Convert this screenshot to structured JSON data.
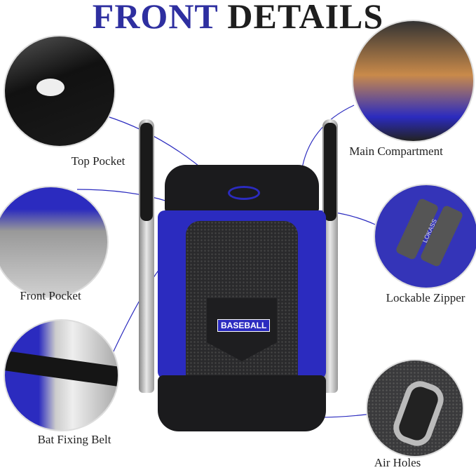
{
  "title": {
    "part1": "FRONT",
    "part2": "DETAILS",
    "accent_color": "#2e2fa0"
  },
  "callouts": [
    {
      "label": "Top Pocket"
    },
    {
      "label": "Main Compartment"
    },
    {
      "label": "Front Pocket"
    },
    {
      "label": "Lockable Zipper"
    },
    {
      "label": "Bat Fixing Belt"
    },
    {
      "label": "Air Holes"
    }
  ],
  "product": {
    "patch_text": "BASEBALL",
    "zipper_brand": "LOKASS",
    "main_color": "#2b2bbf",
    "trim_color": "#1b1b1d"
  }
}
